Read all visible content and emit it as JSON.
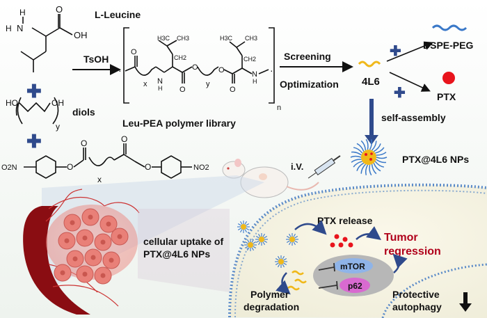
{
  "labels": {
    "leucine": "L-Leucine",
    "diols": "diols",
    "tsoh": "TsOH",
    "library": "Leu-PEA polymer library",
    "screening": "Screening",
    "optimization": "Optimization",
    "candidate": "4L6",
    "dspe_peg": "DSPE-PEG",
    "ptx": "PTX",
    "self_assembly": "self-assembly",
    "nps": "PTX@4L6 NPs",
    "iv": "i.V.",
    "uptake_line1": "cellular uptake of",
    "uptake_line2": "PTX@4L6 NPs",
    "ptx_release": "PTX release",
    "tumor_line1": "Tumor",
    "tumor_line2": "regression",
    "mtor": "mTOR",
    "p62": "p62",
    "polymer_line1": "Polymer",
    "polymer_line2": "degradation",
    "protective_line1": "Protective",
    "protective_line2": "autophagy"
  },
  "chem": {
    "h": "H",
    "n": "N",
    "o": "O",
    "oh": "OH",
    "ho": "HO",
    "h3c": "H3C",
    "ch3": "CH3",
    "ch2": "CH2",
    "nh": "H",
    "x": "x",
    "y": "y",
    "n_sub": "n",
    "o2n": "O2N",
    "no2": "NO2"
  },
  "colors": {
    "accent_blue": "#2f4a8c",
    "tumor_red": "#b0001a",
    "ptx_red": "#e8141c",
    "mtor_fill": "#8fb4e8",
    "p62_fill": "#d86ad0",
    "vessel": "#8a0d12",
    "polymer_yellow": "#f0b81a",
    "peg_blue": "#3a78c8"
  }
}
